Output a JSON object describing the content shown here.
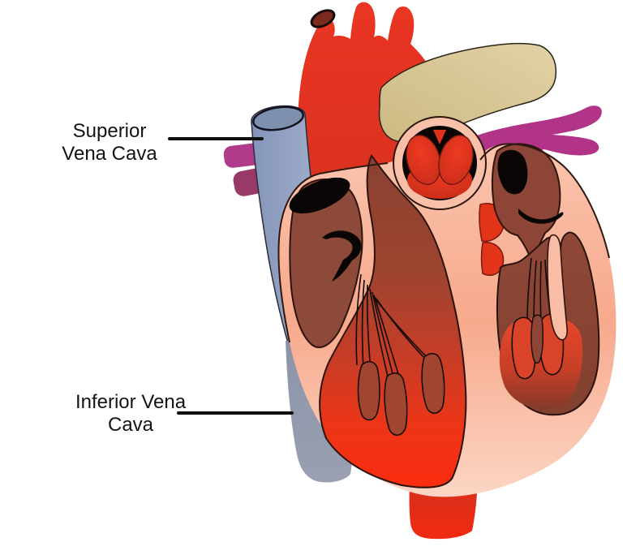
{
  "diagram": {
    "type": "anatomical-illustration",
    "subject": "Human heart cutaway (cross-section) with vena cava labels",
    "labels": [
      {
        "id": "superior-vena-cava-label",
        "text": "Superior Vena Cava"
      },
      {
        "id": "inferior-vena-cava-label",
        "text": "Inferior Vena Cava"
      }
    ],
    "parts": [
      "aortic-arch",
      "aortic-arch-branches",
      "aorta-open-mouth",
      "superior-vena-cava",
      "inferior-vena-cava",
      "descending-aorta",
      "pulmonary-trunk",
      "left-pulmonary-artery",
      "right-pulmonary-vessels",
      "heart-wall",
      "right-atrium",
      "right-ventricle",
      "left-atrium",
      "left-ventricle",
      "pulmonary-valve",
      "aortic-valve-cusps",
      "tricuspid-chordae",
      "mitral-chordae",
      "papillary-muscles",
      "interventricular-septum"
    ],
    "colors": {
      "background": "#ffffff",
      "label_text": "#141414",
      "pointer_line": "#0f0f0f",
      "aorta_red": "#e63520",
      "descending_aorta_red": "#ef2f14",
      "heart_wall_pink": "#f8ad90",
      "heart_wall_pink_light": "#fcd7c6",
      "chamber_brown": "#8c4537",
      "ventricle_red": "#f43114",
      "papillary_red": "#d94327",
      "papillary_brown": "#a04630",
      "vena_cava_blue": "#8f9fc0",
      "inferior_vena_cava_gray": "#939bb0",
      "pulmonary_trunk_tan": "#d8c794",
      "pulmonary_artery_magenta": "#b13489",
      "pulmonary_vessel_maroon": "#983968",
      "outline_black": "#20100a"
    }
  }
}
